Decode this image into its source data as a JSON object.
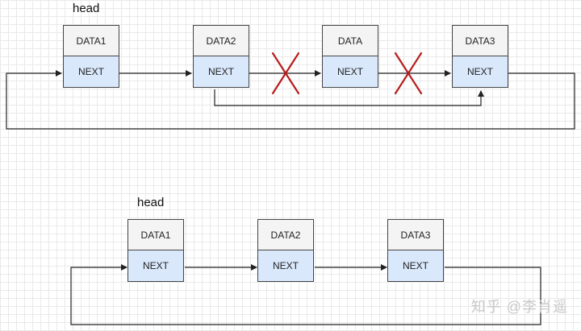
{
  "top_diagram": {
    "head_label": "head",
    "nodes": [
      {
        "data": "DATA1",
        "next": "NEXT"
      },
      {
        "data": "DATA2",
        "next": "NEXT"
      },
      {
        "data": "DATA",
        "next": "NEXT"
      },
      {
        "data": "DATA3",
        "next": "NEXT"
      }
    ]
  },
  "bottom_diagram": {
    "head_label": "head",
    "nodes": [
      {
        "data": "DATA1",
        "next": "NEXT"
      },
      {
        "data": "DATA2",
        "next": "NEXT"
      },
      {
        "data": "DATA3",
        "next": "NEXT"
      }
    ]
  },
  "colors": {
    "data_fill": "#f4f4f4",
    "next_fill": "#dae8fc",
    "cross": "#b71c1c",
    "edge": "#222222"
  },
  "watermark": "知乎 @李肖遥"
}
